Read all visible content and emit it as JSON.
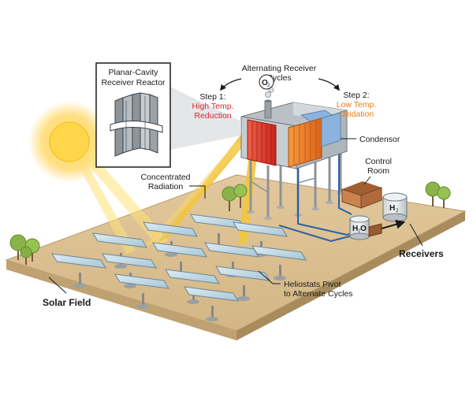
{
  "inset": {
    "title_line1": "Planar-Cavity",
    "title_line2": "Receiver Reactor"
  },
  "cycles": {
    "title_line1": "Alternating Receiver",
    "title_line2": "Cycles"
  },
  "step1": {
    "label": "Step 1:",
    "line1": "High Temp.",
    "line2": "Reduction",
    "color": "#d8262b"
  },
  "step2": {
    "label": "Step 2:",
    "line1": "Low Temp.",
    "line2": "Oxidation",
    "color": "#e77c1d"
  },
  "chemicals": {
    "o2": "O",
    "o2_sub": "2",
    "h2": "H",
    "h2_sub": "2",
    "h2o_h": "H",
    "h2o_sub": "2",
    "h2o_o": "O"
  },
  "labels": {
    "condensor": "Condensor",
    "control_room_line1": "Control",
    "control_room_line2": "Room",
    "concentrated_line1": "Concentrated",
    "concentrated_line2": "Radiation",
    "receivers": "Receivers",
    "solar_field": "Solar Field",
    "heliostats_line1": "Heliostats Pivot",
    "heliostats_line2": "to Alternate Cycles"
  }
}
